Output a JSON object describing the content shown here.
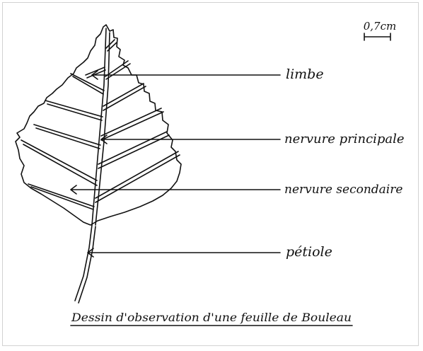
{
  "drawing": {
    "stroke_color": "#111111",
    "background": "#ffffff",
    "frame_color": "#d2d2d2"
  },
  "scale_bar": {
    "label": "0,7cm"
  },
  "labels": [
    {
      "id": "limbe",
      "text": "limbe"
    },
    {
      "id": "nervure-principale",
      "text": "nervure principale"
    },
    {
      "id": "nervure-secondaire",
      "text": "nervure secondaire"
    },
    {
      "id": "petiole",
      "text": "pétiole"
    }
  ],
  "caption": "Dessin d'observation d'une feuille de Bouleau"
}
